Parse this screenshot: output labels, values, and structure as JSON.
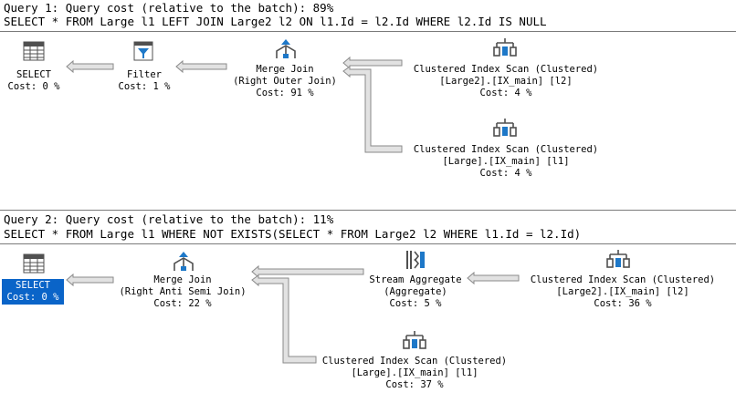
{
  "query1": {
    "header": "Query 1: Query cost (relative to the batch): 89%",
    "sql": "SELECT * FROM Large l1 LEFT JOIN Large2 l2 ON l1.Id = l2.Id WHERE l2.Id IS NULL",
    "nodes": {
      "select": {
        "name": "SELECT",
        "cost": "Cost: 0 %"
      },
      "filter": {
        "name": "Filter",
        "cost": "Cost: 1 %"
      },
      "merge": {
        "name": "Merge Join",
        "sub": "(Right Outer Join)",
        "cost": "Cost: 91 %"
      },
      "scan1": {
        "name": "Clustered Index Scan (Clustered)",
        "sub": "[Large2].[IX_main] [l2]",
        "cost": "Cost: 4 %"
      },
      "scan2": {
        "name": "Clustered Index Scan (Clustered)",
        "sub": "[Large].[IX_main] [l1]",
        "cost": "Cost: 4 %"
      }
    }
  },
  "query2": {
    "header": "Query 2: Query cost (relative to the batch): 11%",
    "sql": "SELECT * FROM Large l1 WHERE NOT EXISTS(SELECT * FROM Large2 l2 WHERE l1.Id = l2.Id)",
    "nodes": {
      "select": {
        "name": "SELECT",
        "cost": "Cost: 0 %"
      },
      "merge": {
        "name": "Merge Join",
        "sub": "(Right Anti Semi Join)",
        "cost": "Cost: 22 %"
      },
      "agg": {
        "name": "Stream Aggregate",
        "sub": "(Aggregate)",
        "cost": "Cost: 5 %"
      },
      "scan1": {
        "name": "Clustered Index Scan (Clustered)",
        "sub": "[Large2].[IX_main] [l2]",
        "cost": "Cost: 36 %"
      },
      "scan2": {
        "name": "Clustered Index Scan (Clustered)",
        "sub": "[Large].[IX_main] [l1]",
        "cost": "Cost: 37 %"
      }
    }
  },
  "colors": {
    "selection": "#0a64c8",
    "arrow_fill": "#e2e2e2",
    "arrow_stroke": "#8a8a8a",
    "icon_blue": "#1e78c8"
  },
  "icons": [
    "select-icon",
    "filter-icon",
    "merge-join-icon",
    "clustered-index-scan-icon",
    "stream-aggregate-icon"
  ]
}
